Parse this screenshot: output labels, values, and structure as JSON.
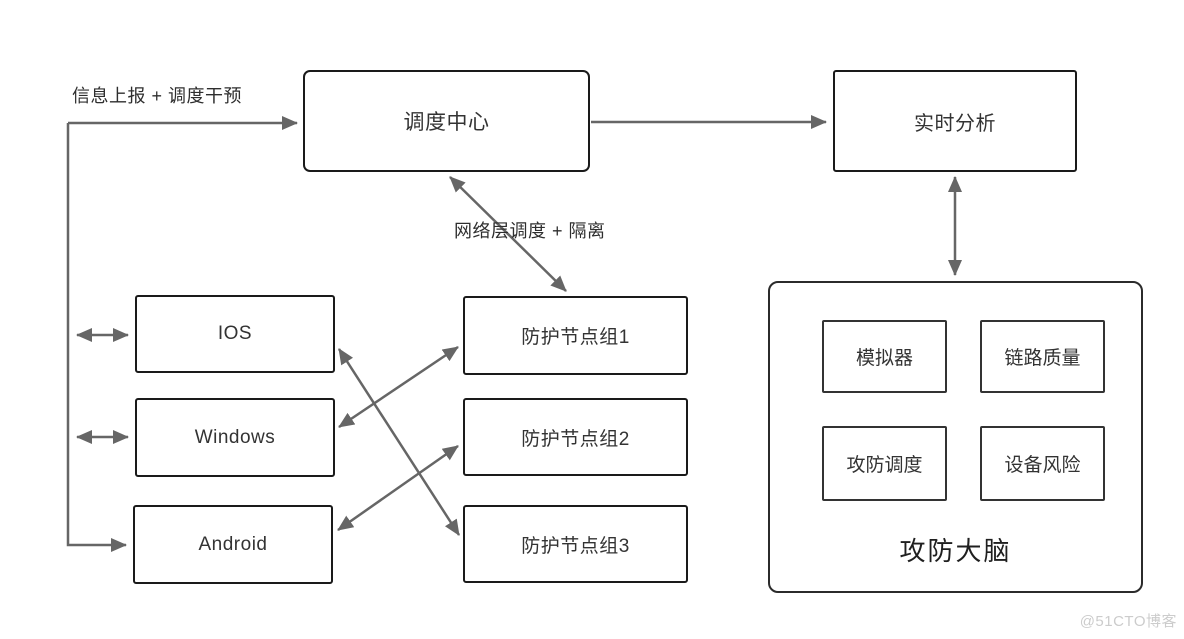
{
  "diagram": {
    "nodes": {
      "dispatch_center": {
        "label": "调度中心"
      },
      "realtime_analysis": {
        "label": "实时分析"
      },
      "ios": {
        "label": "IOS"
      },
      "windows": {
        "label": "Windows"
      },
      "android": {
        "label": "Android"
      },
      "protect_group_1": {
        "label": "防护节点组1"
      },
      "protect_group_2": {
        "label": "防护节点组2"
      },
      "protect_group_3": {
        "label": "防护节点组3"
      },
      "brain": {
        "label": "攻防大脑",
        "children": {
          "simulator": "模拟器",
          "link_quality": "链路质量",
          "attack_defense_dispatch": "攻防调度",
          "device_risk": "设备风险"
        }
      }
    },
    "edge_labels": {
      "report_intervene": "信息上报 + 调度干预",
      "network_dispatch_isolation": "网络层调度 + 隔离"
    },
    "edges": [
      {
        "from": "left-bus",
        "to": "dispatch_center",
        "type": "single"
      },
      {
        "from": "left-bus",
        "to": "android",
        "type": "single"
      },
      {
        "from": "dispatch_center",
        "to": "realtime_analysis",
        "type": "single"
      },
      {
        "from": "realtime_analysis",
        "to": "brain",
        "type": "double"
      },
      {
        "from": "dispatch_center",
        "to": "protect_group_1",
        "type": "double"
      },
      {
        "from": "left-bus",
        "to": "ios",
        "type": "double"
      },
      {
        "from": "left-bus",
        "to": "windows",
        "type": "double"
      },
      {
        "from": "ios",
        "to": "protect_group_3",
        "type": "double"
      },
      {
        "from": "windows",
        "to": "protect_group_1",
        "type": "double"
      },
      {
        "from": "android",
        "to": "protect_group_2",
        "type": "double"
      }
    ],
    "watermark": "@51CTO博客",
    "colors": {
      "background": "#ffffff",
      "node_border": "#1a1a1a",
      "arrow": "#666666",
      "text": "#333333",
      "watermark": "#cccccc"
    }
  }
}
